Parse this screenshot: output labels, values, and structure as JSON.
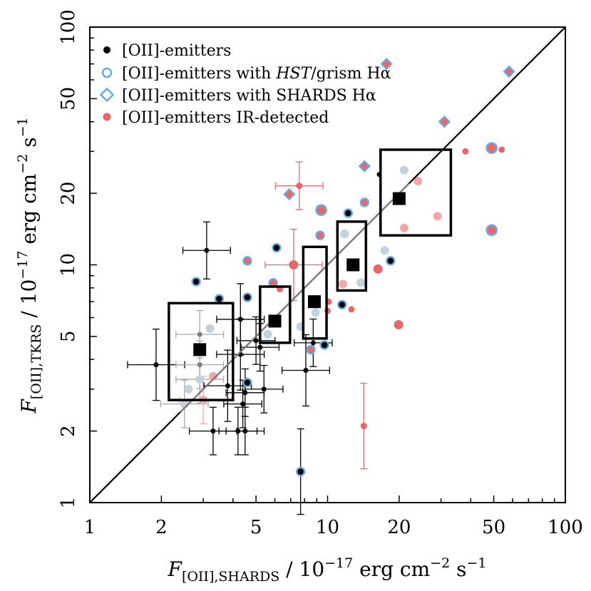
{
  "chart_data": {
    "type": "scatter",
    "x_scale": "log",
    "y_scale": "log",
    "xlim": [
      1,
      100
    ],
    "ylim": [
      1,
      100
    ],
    "x_ticks": [
      {
        "value": 1,
        "label": "1"
      },
      {
        "value": 2,
        "label": "2"
      },
      {
        "value": 5,
        "label": "5"
      },
      {
        "value": 10,
        "label": "10"
      },
      {
        "value": 20,
        "label": "20"
      },
      {
        "value": 50,
        "label": "50"
      },
      {
        "value": 100,
        "label": "100"
      }
    ],
    "y_ticks": [
      {
        "value": 1,
        "label": "1"
      },
      {
        "value": 2,
        "label": "2"
      },
      {
        "value": 5,
        "label": "5"
      },
      {
        "value": 10,
        "label": "10"
      },
      {
        "value": 20,
        "label": "20"
      },
      {
        "value": 50,
        "label": "50"
      },
      {
        "value": 100,
        "label": "100"
      }
    ],
    "xlabel": {
      "F": "F",
      "sub": "[OII],SHARDS",
      "rest": " / 10",
      "exp": "−17",
      "unit": " erg cm",
      "unit_exp1": "−2",
      "unit_s": " s",
      "unit_exp2": "−1"
    },
    "ylabel": {
      "F": "F",
      "sub": "[OII],TKRS",
      "rest": " / 10",
      "exp": "−17",
      "unit": " erg cm",
      "unit_exp1": "−2",
      "unit_s": " s",
      "unit_exp2": "−1"
    },
    "legend": {
      "placement": "top-left",
      "entries": [
        {
          "marker": "dot",
          "color": "#000000",
          "text": "[OII]-emitters"
        },
        {
          "marker": "circle",
          "color": "#6aa9e3",
          "text": "[OII]-emitters with ",
          "italic": "HST",
          "tail": "/grism Hα"
        },
        {
          "marker": "diamond",
          "color": "#6aa9e3",
          "text": "[OII]-emitters with SHARDS Hα"
        },
        {
          "marker": "dot",
          "color": "#e8676b",
          "text": "[OII]-emitters IR-detected"
        }
      ]
    },
    "colors": {
      "black": "#000000",
      "grey": "#7f7f7f",
      "lightgrey": "#a9a9a9",
      "red": "#e8676b",
      "pink": "#f3a7a9",
      "blue": "#6aa9e3",
      "lightblue": "#b6d2ee"
    },
    "one_to_one_line": {
      "x": [
        1,
        100
      ],
      "y": [
        1,
        100
      ]
    },
    "fit_line": {
      "x": [
        2.4,
        22
      ],
      "y": [
        2.4,
        22
      ]
    },
    "bins": [
      {
        "x": 2.9,
        "y": 4.4,
        "x_range": [
          2.15,
          4.0
        ],
        "y_range": [
          2.7,
          6.9
        ]
      },
      {
        "x": 6.0,
        "y": 5.8,
        "x_range": [
          5.2,
          6.95
        ],
        "y_range": [
          4.7,
          8.1
        ]
      },
      {
        "x": 8.8,
        "y": 7.0,
        "x_range": [
          7.9,
          9.9
        ],
        "y_range": [
          4.9,
          11.9
        ]
      },
      {
        "x": 12.8,
        "y": 10.0,
        "x_range": [
          11.0,
          14.5
        ],
        "y_range": [
          7.8,
          15.2
        ]
      },
      {
        "x": 20.0,
        "y": 19.0,
        "x_range": [
          16.7,
          33.0
        ],
        "y_range": [
          13.3,
          30.5
        ]
      }
    ],
    "points": [
      {
        "x": 1.9,
        "y": 3.8,
        "ex": 0.12,
        "ey": 0.15,
        "type": "black"
      },
      {
        "x": 2.8,
        "y": 8.5,
        "ex": 0.0,
        "ey": 0.0,
        "type": "blue_dot"
      },
      {
        "x": 3.1,
        "y": 11.5,
        "ex": 0.1,
        "ey": 0.12,
        "type": "black"
      },
      {
        "x": 3.3,
        "y": 2.0,
        "ex": 0.1,
        "ey": 0.1,
        "type": "black"
      },
      {
        "x": 3.5,
        "y": 7.2,
        "ex": 0.0,
        "ey": 0.0,
        "type": "blue_dot"
      },
      {
        "x": 2.9,
        "y": 5.1,
        "ex": 0.1,
        "ey": 0.1,
        "type": "grey"
      },
      {
        "x": 2.9,
        "y": 3.8,
        "ex": 0.1,
        "ey": 0.1,
        "type": "grey"
      },
      {
        "x": 2.9,
        "y": 3.3,
        "ex": 0.1,
        "ey": 0.1,
        "type": "lightblue"
      },
      {
        "x": 3.2,
        "y": 5.4,
        "ex": 0.0,
        "ey": 0.0,
        "type": "lightblue"
      },
      {
        "x": 2.6,
        "y": 3.0,
        "ex": 0.0,
        "ey": 0.0,
        "type": "lightblue"
      },
      {
        "x": 3.3,
        "y": 3.4,
        "ex": 0.0,
        "ey": 0.0,
        "type": "pink"
      },
      {
        "x": 2.5,
        "y": 2.6,
        "ex": 0.1,
        "ey": 0.1,
        "type": "lightblue"
      },
      {
        "x": 3.0,
        "y": 2.7,
        "ex": 0.1,
        "ey": 0.1,
        "type": "pink"
      },
      {
        "x": 3.8,
        "y": 3.1,
        "ex": 0.1,
        "ey": 0.15,
        "type": "black"
      },
      {
        "x": 4.2,
        "y": 2.0,
        "ex": 0.08,
        "ey": 0.1,
        "type": "black"
      },
      {
        "x": 4.5,
        "y": 2.0,
        "ex": 0.08,
        "ey": 0.1,
        "type": "black"
      },
      {
        "x": 4.4,
        "y": 2.6,
        "ex": 0.08,
        "ey": 0.1,
        "type": "black"
      },
      {
        "x": 4.5,
        "y": 2.9,
        "ex": 0.08,
        "ey": 0.1,
        "type": "black"
      },
      {
        "x": 4.6,
        "y": 3.2,
        "ex": 0.0,
        "ey": 0.0,
        "type": "blue_dot"
      },
      {
        "x": 4.3,
        "y": 4.2,
        "ex": 0.1,
        "ey": 0.15,
        "type": "black"
      },
      {
        "x": 4.3,
        "y": 5.9,
        "ex": 0.1,
        "ey": 0.15,
        "type": "black"
      },
      {
        "x": 4.6,
        "y": 7.3,
        "ex": 0.0,
        "ey": 0.0,
        "type": "blue_dot"
      },
      {
        "x": 4.6,
        "y": 10.4,
        "ex": 0.0,
        "ey": 0.0,
        "type": "blue_red"
      },
      {
        "x": 5.4,
        "y": 3.0,
        "ex": 0.08,
        "ey": 0.1,
        "type": "black"
      },
      {
        "x": 5.0,
        "y": 4.8,
        "ex": 0.08,
        "ey": 0.1,
        "type": "black"
      },
      {
        "x": 5.2,
        "y": 4.5,
        "ex": 0.08,
        "ey": 0.1,
        "type": "black"
      },
      {
        "x": 5.6,
        "y": 5.1,
        "ex": 0.0,
        "ey": 0.0,
        "type": "lightblue"
      },
      {
        "x": 5.9,
        "y": 8.4,
        "ex": 0.0,
        "ey": 0.0,
        "type": "blue_red"
      },
      {
        "x": 6.1,
        "y": 11.8,
        "ex": 0.0,
        "ey": 0.0,
        "type": "blue_dot"
      },
      {
        "x": 6.9,
        "y": 19.8,
        "ex": 0.0,
        "ey": 0.0,
        "type": "blue_diamond_red"
      },
      {
        "x": 6.3,
        "y": 7.9,
        "ex": 0.0,
        "ey": 0.0,
        "type": "red"
      },
      {
        "x": 7.2,
        "y": 10.0,
        "ex": 0.12,
        "ey": 0.15,
        "type": "red_big"
      },
      {
        "x": 7.7,
        "y": 5.5,
        "ex": 0.0,
        "ey": 0.0,
        "type": "lightblue"
      },
      {
        "x": 7.6,
        "y": 21.5,
        "ex": 0.1,
        "ey": 0.1,
        "type": "red"
      },
      {
        "x": 7.7,
        "y": 1.35,
        "ex": 0.0,
        "ey": 0.18,
        "type": "blue_dot"
      },
      {
        "x": 8.1,
        "y": 3.6,
        "ex": 0.1,
        "ey": 0.15,
        "type": "black"
      },
      {
        "x": 8.5,
        "y": 4.4,
        "ex": 0.0,
        "ey": 0.0,
        "type": "blue_red"
      },
      {
        "x": 8.7,
        "y": 4.7,
        "ex": 0.08,
        "ey": 0.1,
        "type": "black"
      },
      {
        "x": 8.9,
        "y": 6.3,
        "ex": 0.0,
        "ey": 0.0,
        "type": "lightblue"
      },
      {
        "x": 9.3,
        "y": 13.3,
        "ex": 0.0,
        "ey": 0.0,
        "type": "blue_red"
      },
      {
        "x": 9.4,
        "y": 17.0,
        "ex": 0.0,
        "ey": 0.0,
        "type": "blue_red_big"
      },
      {
        "x": 9.7,
        "y": 4.6,
        "ex": 0.0,
        "ey": 0.0,
        "type": "blue_dot"
      },
      {
        "x": 10.0,
        "y": 6.4,
        "ex": 0.0,
        "ey": 0.0,
        "type": "red"
      },
      {
        "x": 10.1,
        "y": 7.0,
        "ex": 0.0,
        "ey": 0.0,
        "type": "red"
      },
      {
        "x": 11.5,
        "y": 6.8,
        "ex": 0.0,
        "ey": 0.0,
        "type": "blue_dot"
      },
      {
        "x": 11.6,
        "y": 8.3,
        "ex": 0.0,
        "ey": 0.0,
        "type": "pink"
      },
      {
        "x": 11.8,
        "y": 13.5,
        "ex": 0.0,
        "ey": 0.0,
        "type": "lightblue"
      },
      {
        "x": 12.2,
        "y": 16.5,
        "ex": 0.0,
        "ey": 0.0,
        "type": "blue_dot"
      },
      {
        "x": 12.6,
        "y": 6.5,
        "ex": 0.0,
        "ey": 0.0,
        "type": "red"
      },
      {
        "x": 13.8,
        "y": 8.4,
        "ex": 0.0,
        "ey": 0.0,
        "type": "lightblue"
      },
      {
        "x": 14.3,
        "y": 18.3,
        "ex": 0.0,
        "ey": 0.0,
        "type": "blue_red"
      },
      {
        "x": 14.3,
        "y": 26.0,
        "ex": 0.0,
        "ey": 0.0,
        "type": "blue_diamond_red"
      },
      {
        "x": 14.2,
        "y": 2.1,
        "ex": 0.0,
        "ey": 0.18,
        "type": "red"
      },
      {
        "x": 16.3,
        "y": 9.6,
        "ex": 0.0,
        "ey": 0.0,
        "type": "red_big"
      },
      {
        "x": 16.5,
        "y": 24.0,
        "ex": 0.0,
        "ey": 0.0,
        "type": "black"
      },
      {
        "x": 17.4,
        "y": 11.5,
        "ex": 0.0,
        "ey": 0.0,
        "type": "lightblue"
      },
      {
        "x": 17.7,
        "y": 70.0,
        "ex": 0.0,
        "ey": 0.0,
        "type": "blue_diamond_red"
      },
      {
        "x": 18.4,
        "y": 10.4,
        "ex": 0.0,
        "ey": 0.0,
        "type": "blue_dot"
      },
      {
        "x": 19.9,
        "y": 5.6,
        "ex": 0.0,
        "ey": 0.0,
        "type": "red_big"
      },
      {
        "x": 21.0,
        "y": 25.0,
        "ex": 0.0,
        "ey": 0.0,
        "type": "lightblue"
      },
      {
        "x": 21.0,
        "y": 14.3,
        "ex": 0.0,
        "ey": 0.0,
        "type": "pink"
      },
      {
        "x": 24.0,
        "y": 22.5,
        "ex": 0.0,
        "ey": 0.0,
        "type": "pink"
      },
      {
        "x": 29.0,
        "y": 16.0,
        "ex": 0.0,
        "ey": 0.0,
        "type": "pink"
      },
      {
        "x": 31.0,
        "y": 40.0,
        "ex": 0.0,
        "ey": 0.0,
        "type": "blue_diamond_red"
      },
      {
        "x": 38.0,
        "y": 30.0,
        "ex": 0.0,
        "ey": 0.0,
        "type": "red"
      },
      {
        "x": 49.0,
        "y": 31.0,
        "ex": 0.0,
        "ey": 0.0,
        "type": "blue_red_big"
      },
      {
        "x": 49.0,
        "y": 14.0,
        "ex": 0.0,
        "ey": 0.0,
        "type": "blue_red_big"
      },
      {
        "x": 54.0,
        "y": 30.5,
        "ex": 0.0,
        "ey": 0.0,
        "type": "red"
      },
      {
        "x": 58.0,
        "y": 65.0,
        "ex": 0.0,
        "ey": 0.0,
        "type": "blue_diamond_red"
      }
    ]
  }
}
